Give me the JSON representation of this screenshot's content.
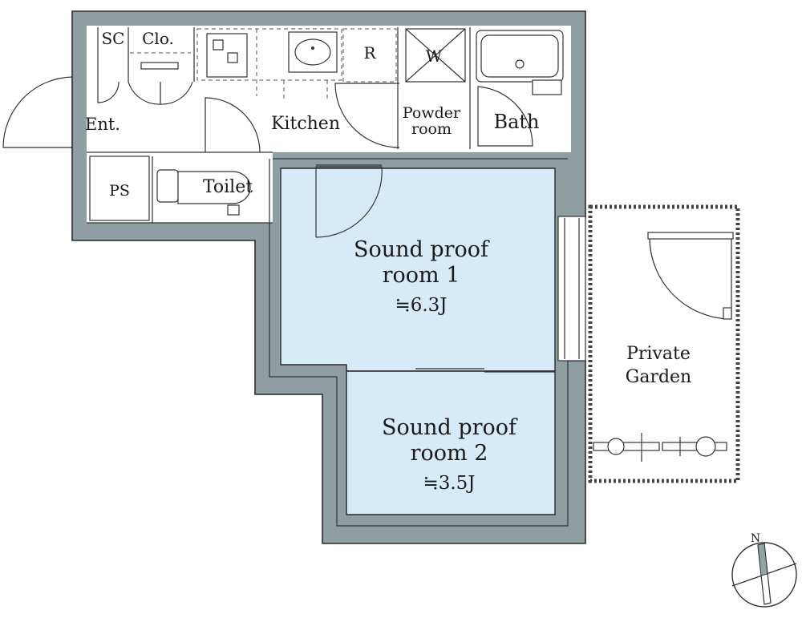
{
  "rooms": {
    "sc": "SC",
    "closet": "Clo.",
    "kitchen": "Kitchen",
    "refrigerator": "R",
    "washer": "W",
    "powder_room_line1": "Powder",
    "powder_room_line2": "room",
    "bath": "Bath",
    "entrance": "Ent.",
    "pipe_space": "PS",
    "toilet": "Toilet",
    "room1_line1": "Sound proof",
    "room1_line2": "room 1",
    "room1_size": "≒6.3J",
    "room2_line1": "Sound proof",
    "room2_line2": "room 2",
    "room2_size": "≒3.5J",
    "garden_line1": "Private",
    "garden_line2": "Garden"
  },
  "compass": {
    "north": "N"
  },
  "colors": {
    "wall": "#8f9ea0",
    "room_fill": "#d6eaf8",
    "line": "#2a2a2a"
  }
}
